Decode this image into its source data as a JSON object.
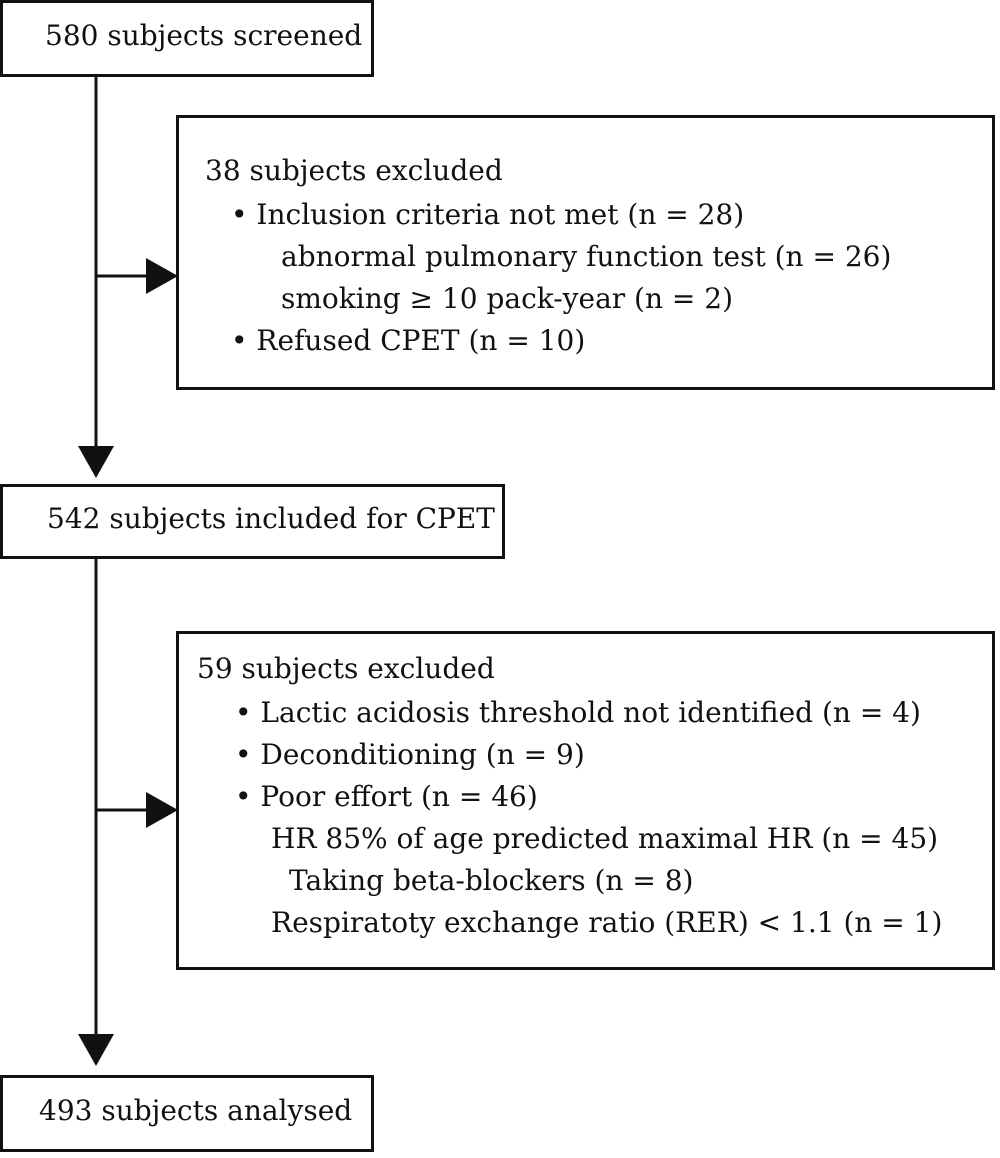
{
  "screened": {
    "label": "580 subjects screened"
  },
  "excluded_first": {
    "title": "38 subjects excluded",
    "lines": [
      "• Inclusion criteria not met (n = 28)",
      "abnormal pulmonary function test (n = 26)",
      "smoking ≥ 10 pack-year (n = 2)",
      "• Refused CPET (n = 10)"
    ]
  },
  "included": {
    "label": "542 subjects included for CPET"
  },
  "excluded_second": {
    "title": "59 subjects excluded",
    "lines": [
      "• Lactic acidosis threshold not identified (n = 4)",
      "• Deconditioning (n = 9)",
      "• Poor effort (n = 46)",
      "HR 85% of age predicted maximal HR (n = 45)",
      "Taking beta-blockers (n = 8)",
      "Respiratoty exchange ratio (RER) < 1.1 (n = 1)"
    ]
  },
  "analysed": {
    "label": "493 subjects analysed"
  }
}
